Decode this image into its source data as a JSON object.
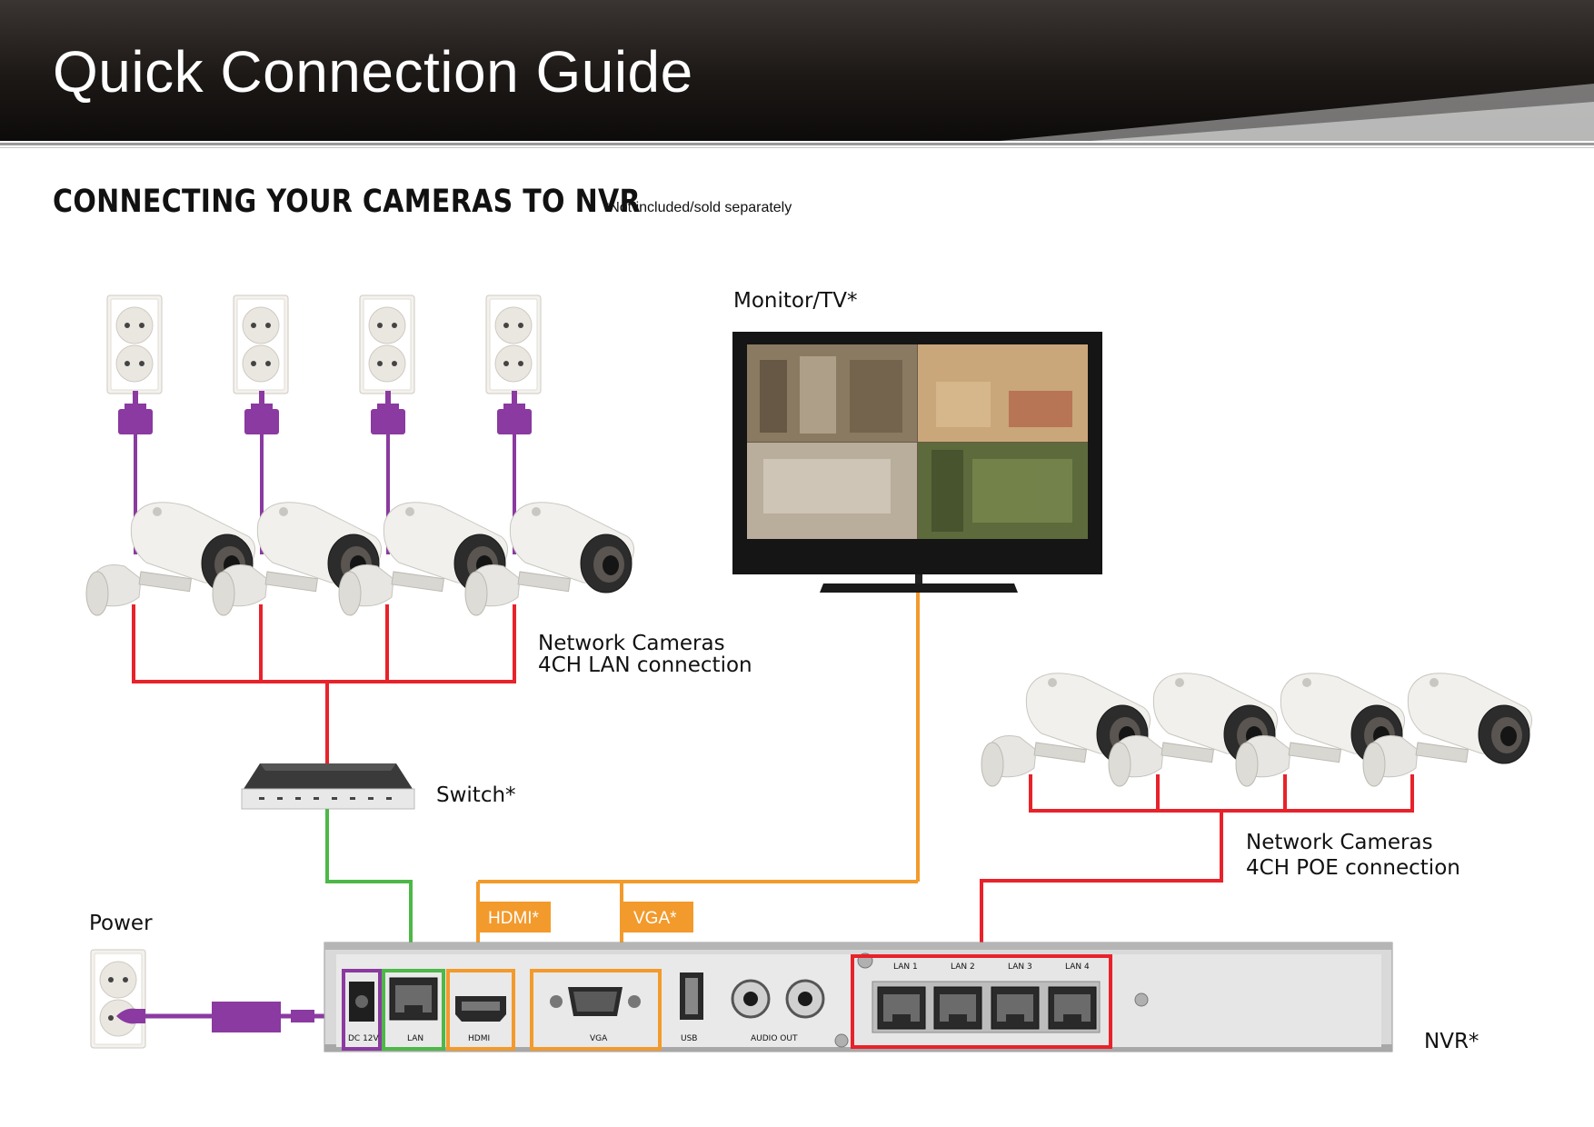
{
  "header": {
    "title": "Quick Connection Guide"
  },
  "section": {
    "title": "CONNECTING YOUR CAMERAS TO NVR",
    "note": "*Not included/sold separately"
  },
  "labels": {
    "monitor": "Monitor/TV*",
    "lan_cameras_line1": "Network Cameras",
    "lan_cameras_line2": "4CH LAN connection",
    "switch": "Switch*",
    "power": "Power",
    "poe_cameras_line1": "Network Cameras",
    "poe_cameras_line2": "4CH POE connection",
    "nvr": "NVR*"
  },
  "tags": {
    "hdmi": "HDMI*",
    "vga": "VGA*"
  },
  "nvr_ports": {
    "dc": "DC 12V",
    "lan": "LAN",
    "hdmi": "HDMI",
    "vga": "VGA",
    "usb": "USB",
    "audio": "AUDIO OUT",
    "lan1": "LAN 1",
    "lan2": "LAN 2",
    "lan3": "LAN 3",
    "lan4": "LAN 4"
  },
  "colors": {
    "power": "#8a3aa0",
    "network": "#e8222a",
    "video": "#f39a2c",
    "switch_link": "#4db848"
  }
}
